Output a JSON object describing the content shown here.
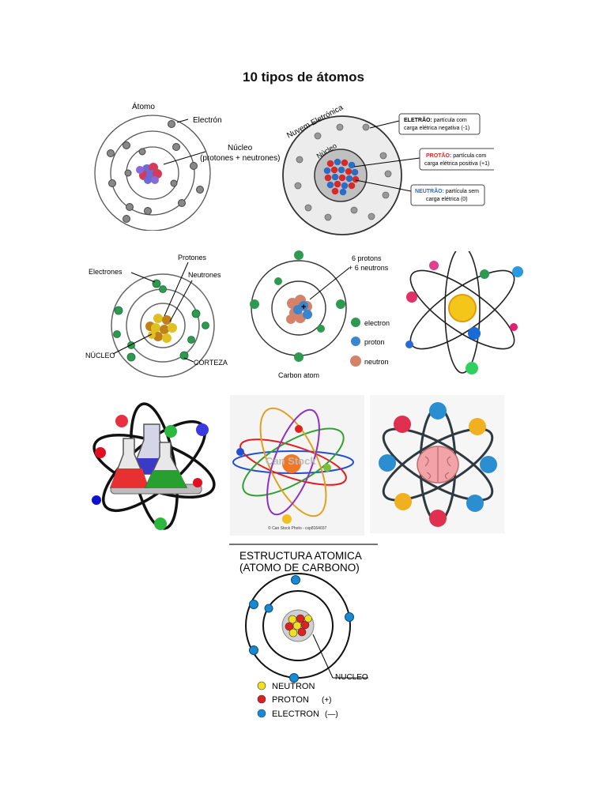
{
  "document": {
    "title": "10 tipos de átomos"
  },
  "panels": {
    "p1": {
      "atom_label": "Átomo",
      "electron_label": "Electrón",
      "nucleus_label": "Núcleo",
      "nucleus_sub": "(protones + neutrones)"
    },
    "p2": {
      "cloud_label": "Nuvem Eletrónica",
      "nucleus_label": "Núcleo",
      "electron_key": "ELETRÃO:",
      "electron_text1": " partícula com",
      "electron_text2": "carga elétrica negativa (-1)",
      "proton_key": "PROTÃO:",
      "proton_text1": " partícula com",
      "proton_text2": "carga elétrica positiva (+1)",
      "neutron_key": "NEUTRÃO:",
      "neutron_text1": " partícula sem",
      "neutron_text2": "carga elétrica (0)"
    },
    "p3": {
      "protons": "Protones",
      "electrons": "Electrones",
      "neutrons": "Neutrones",
      "nucleus": "NÚCLEO",
      "cortex": "CORTEZA"
    },
    "p4": {
      "protons": "6 protons",
      "neutrons": "+ 6 neutrons",
      "caption": "Carbon atom",
      "legend_electron": "electron",
      "legend_proton": "proton",
      "legend_neutron": "neutron"
    },
    "p7": {
      "watermark": "Can Stock",
      "credit": "© Can Stock Photo - csp8164037"
    },
    "p9": {
      "title1": "ESTRUCTURA ATOMICA",
      "title2": "(ATOMO DE CARBONO)",
      "nucleus": "NUCLEO",
      "legend_neutron": "NEUTRON",
      "legend_proton": "PROTON",
      "proton_sign": "(+)",
      "legend_electron": "ELECTRON",
      "electron_sign": "(—)"
    }
  },
  "colors": {
    "electron_gray": "#8a8a8a",
    "proton_red": "#d42a2a",
    "neutron_blue": "#2b6cc4",
    "green": "#2e9a4f"
  }
}
